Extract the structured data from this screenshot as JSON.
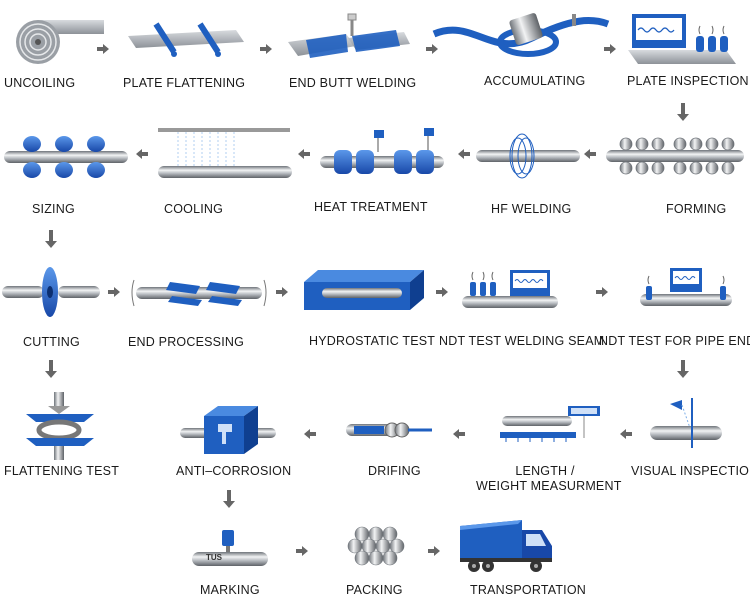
{
  "steps": {
    "uncoiling": "UNCOILING",
    "plate_flattening": "PLATE FLATTENING",
    "end_butt_welding": "END BUTT WELDING",
    "accumulating": "ACCUMULATING",
    "plate_inspection": "PLATE INSPECTION",
    "sizing": "SIZING",
    "cooling": "COOLING",
    "heat_treatment": "HEAT TREATMENT",
    "hf_welding": "HF WELDING",
    "forming": "FORMING",
    "cutting": "CUTTING",
    "end_processing": "END PROCESSING",
    "hydrostatic_test": "HYDROSTATIC TEST",
    "ndt_welding_seam": "NDT TEST WELDING SEAM",
    "ndt_pipe_ends": "NDT TEST FOR PIPE ENDS",
    "flattening_test": "FLATTENING TEST",
    "anti_corrosion": "ANTI–CORROSION",
    "drifing": "DRIFING",
    "length_weight_1": "LENGTH /",
    "length_weight_2": "WEIGHT MEASURMENT",
    "visual_inspection": "VISUAL INSPECTION",
    "marking": "MARKING",
    "packing": "PACKING",
    "transportation": "TRANSPORTATION"
  },
  "marking_stamp": "TUS",
  "colors": {
    "blue": "#1f5fc0",
    "blue_light": "#4a8ae0",
    "steel": "#a9adb3",
    "steel_dark": "#6f747a",
    "arrow": "#666666"
  },
  "icons": {
    "arrow_right": "arrow-right-icon",
    "arrow_left": "arrow-left-icon",
    "arrow_down": "arrow-down-icon"
  }
}
